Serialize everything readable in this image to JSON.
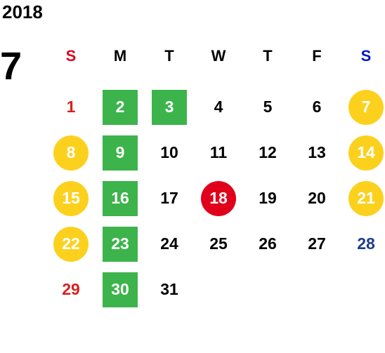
{
  "calendar": {
    "year": "2018",
    "month": "7",
    "weekdays": [
      "S",
      "M",
      "T",
      "W",
      "T",
      "F",
      "S"
    ],
    "first_weekday_index": 0,
    "days": [
      {
        "n": "1",
        "style": "red-text"
      },
      {
        "n": "2",
        "style": "green"
      },
      {
        "n": "3",
        "style": "green"
      },
      {
        "n": "4",
        "style": ""
      },
      {
        "n": "5",
        "style": ""
      },
      {
        "n": "6",
        "style": ""
      },
      {
        "n": "7",
        "style": "yellow"
      },
      {
        "n": "8",
        "style": "yellow"
      },
      {
        "n": "9",
        "style": "green"
      },
      {
        "n": "10",
        "style": ""
      },
      {
        "n": "11",
        "style": ""
      },
      {
        "n": "12",
        "style": ""
      },
      {
        "n": "13",
        "style": ""
      },
      {
        "n": "14",
        "style": "yellow"
      },
      {
        "n": "15",
        "style": "yellow"
      },
      {
        "n": "16",
        "style": "green"
      },
      {
        "n": "17",
        "style": ""
      },
      {
        "n": "18",
        "style": "today"
      },
      {
        "n": "19",
        "style": ""
      },
      {
        "n": "20",
        "style": ""
      },
      {
        "n": "21",
        "style": "yellow"
      },
      {
        "n": "22",
        "style": "yellow"
      },
      {
        "n": "23",
        "style": "green"
      },
      {
        "n": "24",
        "style": ""
      },
      {
        "n": "25",
        "style": ""
      },
      {
        "n": "26",
        "style": ""
      },
      {
        "n": "27",
        "style": ""
      },
      {
        "n": "28",
        "style": "blue-text"
      },
      {
        "n": "29",
        "style": "red-text"
      },
      {
        "n": "30",
        "style": "green"
      },
      {
        "n": "31",
        "style": ""
      }
    ]
  },
  "colors": {
    "sunday": "#e0001b",
    "saturday": "#0017c8",
    "green": "#3cb44b",
    "yellow": "#fcd11e",
    "today_red": "#e0001b"
  }
}
